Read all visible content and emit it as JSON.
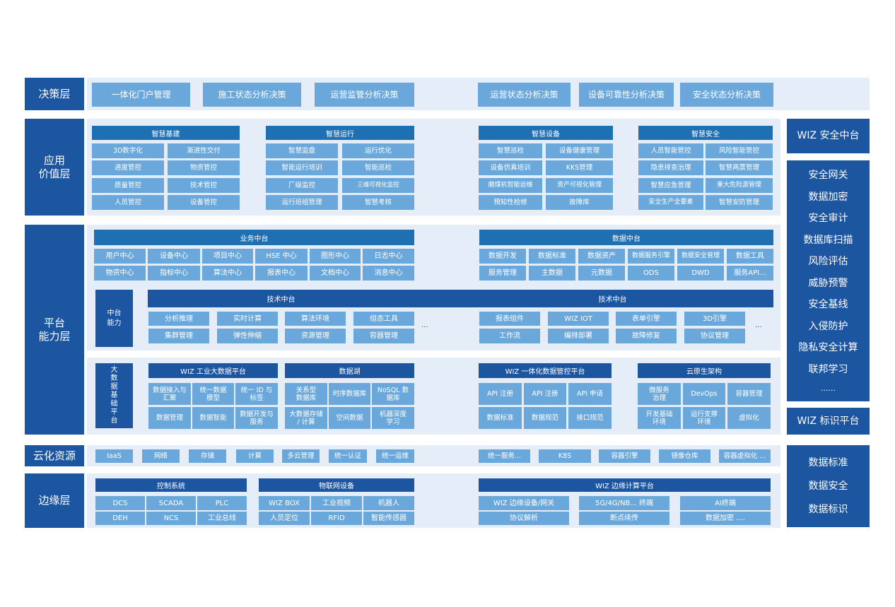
{
  "layers": {
    "decision": "决策层",
    "application": "应用\n价值层",
    "platform": "平台\n能力层",
    "cloud": "云化资源",
    "edge": "边缘层"
  },
  "decision_items": [
    "一体化门户管理",
    "施工状态分析决策",
    "运营监管分析决策",
    "运营状态分析决策",
    "设备可靠性分析决策",
    "安全状态分析决策"
  ],
  "app": {
    "groups": [
      {
        "title": "智慧基建",
        "items": [
          "3D数字化",
          "渐进性交付",
          "进度管控",
          "物资管控",
          "质量管控",
          "技术管控",
          "人员管控",
          "设备管控"
        ]
      },
      {
        "title": "智慧运行",
        "items": [
          "智慧监盘",
          "运行优化",
          "智能运行培训",
          "智能巡检",
          "厂级监控",
          "三维可视化监控",
          "运行班组管理",
          "智慧考核"
        ]
      },
      {
        "title": "智慧设备",
        "items": [
          "智慧巡检",
          "设备健康管理",
          "设备仿真培训",
          "KKS管理",
          "磨煤机智能运维",
          "资产可视化管理",
          "预知性检修",
          "故障库"
        ]
      },
      {
        "title": "智慧安全",
        "items": [
          "人员智能管控",
          "风险智能管控",
          "隐患排查治理",
          "智慧两票管理",
          "智慧应急管理",
          "重大危险源管理",
          "安全生产全要素",
          "智慧安防管理"
        ]
      }
    ]
  },
  "platform": {
    "business": {
      "title": "业务中台",
      "items": [
        "用户中心",
        "设备中心",
        "项目中心",
        "HSE 中心",
        "图形中心",
        "日志中心",
        "物资中心",
        "指标中心",
        "算法中心",
        "报表中心",
        "文档中心",
        "消息中心"
      ]
    },
    "data": {
      "title": "数据中台",
      "items": [
        "数据开发",
        "数据标准",
        "数据资产",
        "数据服务引擎",
        "数据安全管理",
        "数据工具",
        "服务管理",
        "主数据",
        "元数据",
        "ODS",
        "DWD",
        "服务API..."
      ]
    },
    "middle_label": "中台\n能力",
    "tech_left": {
      "title": "技术中台",
      "items": [
        "分析推理",
        "实时计算",
        "算法环境",
        "组态工具",
        "集群管理",
        "弹性伸缩",
        "资源管理",
        "容器管理"
      ]
    },
    "tech_right": {
      "title": "技术中台",
      "items": [
        "报表组件",
        "WIZ IOT",
        "表单引擎",
        "3D引擎",
        "工作流",
        "编排部署",
        "故障修复",
        "协议管理"
      ]
    },
    "ellipsis": "...",
    "bigdata_label": "大\n数\n据\n基\n础\n平\n台",
    "bigdata_groups": [
      {
        "title": "WIZ 工业大数据平台",
        "items": [
          "数据接入与\n汇聚",
          "统一数据\n模型",
          "统一 ID 与\n标签",
          "数据管理",
          "数据智能",
          "数据开发与\n服务"
        ]
      },
      {
        "title": "数据湖",
        "items": [
          "关系型\n数据库",
          "时序数据库",
          "NoSQL 数\n据库",
          "大数据存储\n/ 计算",
          "空间数据",
          "机器深度\n学习"
        ]
      },
      {
        "title": "WIZ 一体化数据管控平台",
        "items": [
          "API 注册",
          "API 注册",
          "API 申请",
          "数据标准",
          "数据规范",
          "接口规范"
        ]
      },
      {
        "title": "云原生架构",
        "items": [
          "微服务\n治理",
          "DevOps",
          "容器管理",
          "开发基础\n环境",
          "运行支撑\n环境",
          "虚拟化"
        ]
      }
    ]
  },
  "cloud_items": [
    "IaaS",
    "网络",
    "存储",
    "计算",
    "多云管理",
    "统一认证",
    "统一运维",
    "统一服务...",
    "K8S",
    "容器引擎",
    "镜像仓库",
    "容器虚拟化 ..."
  ],
  "edge": {
    "control": {
      "title": "控制系统",
      "items": [
        "DCS",
        "SCADA",
        "PLC",
        "DEH",
        "NCS",
        "工业总线"
      ]
    },
    "iot": {
      "title": "物联网设备",
      "items": [
        "WIZ BOX",
        "工业视频",
        "机器人",
        "人员定位",
        "RFID",
        "智能传感器"
      ]
    },
    "edge_compute": {
      "title": "WIZ 边缘计算平台",
      "items": [
        "WIZ 边缘设备/网关",
        "5G/4G/NB... 终端",
        "AI终端",
        "协议解析",
        "断点续传",
        "数据加密 ...."
      ]
    }
  },
  "right": {
    "security_platform": "WIZ  安全中台",
    "security_items": [
      "安全网关",
      "数据加密",
      "安全审计",
      "数据库扫描",
      "风险评估",
      "威胁预警",
      "安全基线",
      "入侵防护",
      "隐私安全计算",
      "联邦学习",
      "......"
    ],
    "id_platform": "WIZ  标识平台",
    "id_items": [
      "数据标准",
      "数据安全",
      "数据标识"
    ]
  },
  "colors": {
    "dark_blue": "#1c55a0",
    "mid_blue": "#1f6fb3",
    "light_blue": "#6aa8dc",
    "panel_bg": "#e4edf8"
  }
}
